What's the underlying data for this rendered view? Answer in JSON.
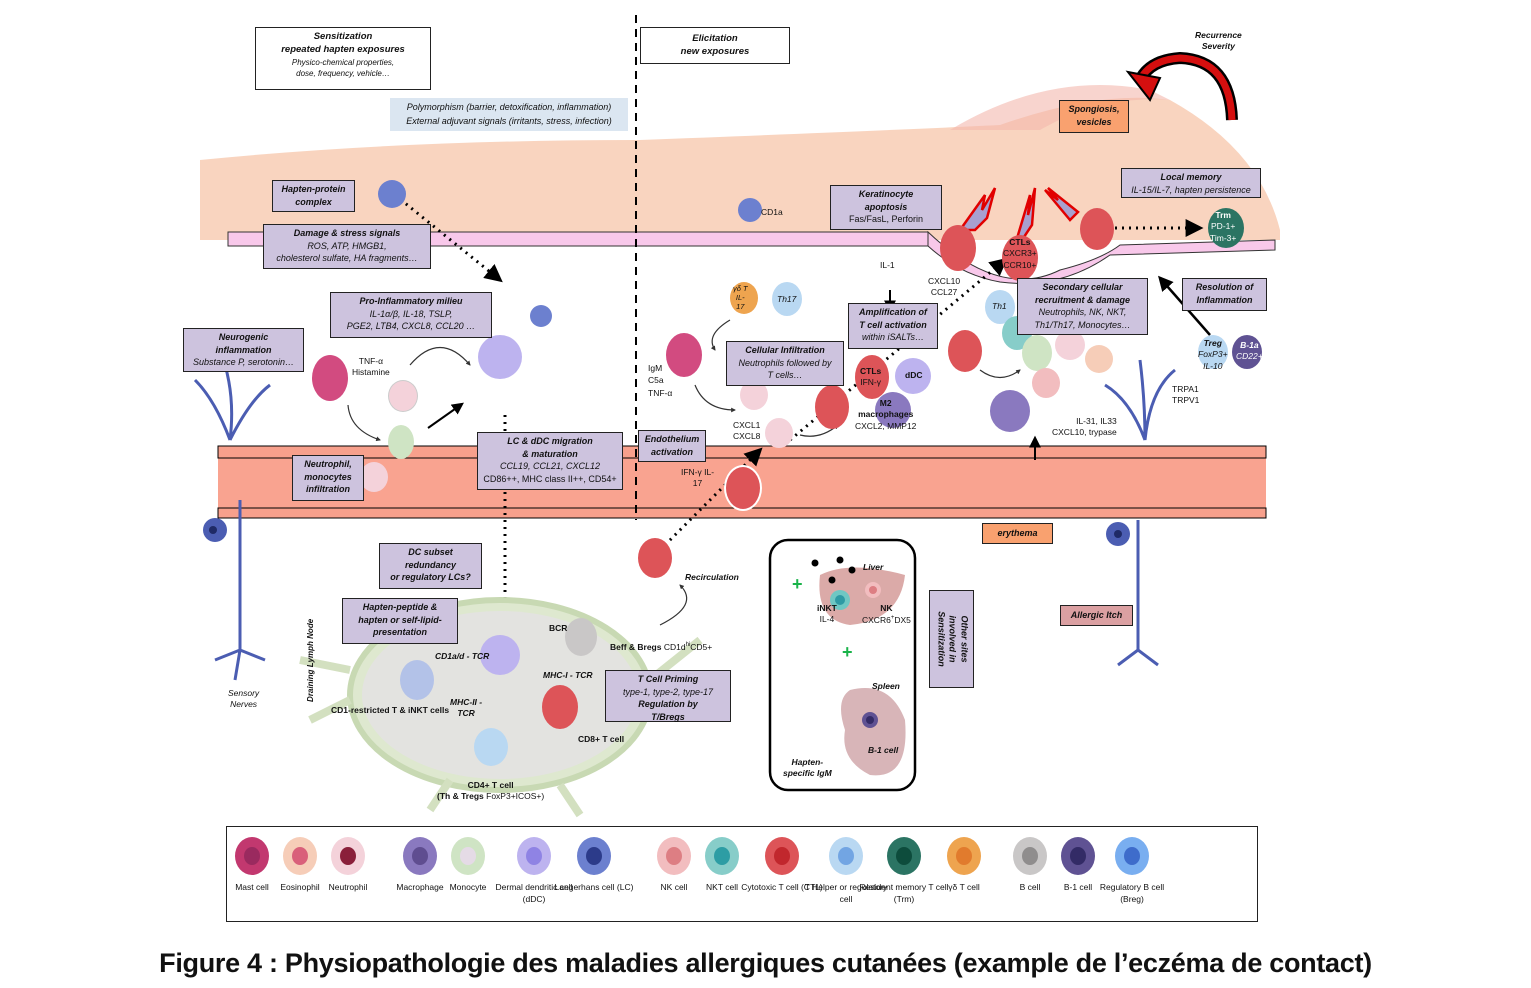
{
  "caption": "Figure 4 : Physiopathologie des maladies allergiques cutanées (example de l’eczéma de contact)",
  "phases": {
    "sensitization": {
      "title": "Sensitization",
      "subtitle": "repeated hapten exposures",
      "detail1": "Physico-chemical properties,",
      "detail2": "dose, frequency, vehicle…"
    },
    "elicitation": {
      "title": "Elicitation",
      "subtitle": "new exposures"
    }
  },
  "polymorphism": {
    "line1": "Polymorphism (barrier, detoxification, inflammation)",
    "line2": "External adjuvant signals (irritants, stress, infection)"
  },
  "recurrence": {
    "line1": "Recurrence",
    "line2": "Severity"
  },
  "boxes": {
    "hapten_protein": {
      "title": "Hapten-protein",
      "line2": "complex"
    },
    "damage": {
      "title": "Damage & stress signals",
      "line1": "ROS, ATP, HMGB1,",
      "line2": "cholesterol sulfate, HA fragments…"
    },
    "pro_inflammatory": {
      "title": "Pro-Inflammatory milieu",
      "line1": "IL-1α/β, IL-18,  TSLP,",
      "line2": "PGE2, LTB4, CXCL8, CCL20 …"
    },
    "neurogenic": {
      "title": "Neurogenic",
      "title2": "inflammation",
      "line1": "Substance P, serotonin…"
    },
    "neutrophil_infiltration": {
      "title": "Neutrophil,",
      "title2": "monocytes",
      "title3": "infiltration"
    },
    "lc_migration": {
      "title": "LC & dDC migration",
      "title2": "& maturation",
      "line1": "CCL19, CCL21, CXCL12",
      "line2": "CD86++, MHC class II++, CD54+"
    },
    "endothelium": {
      "title": "Endothelium",
      "title2": "activation"
    },
    "cellular_infiltration": {
      "title": "Cellular Infiltration",
      "line1": "Neutrophils followed by",
      "line2": "T cells…"
    },
    "amplification": {
      "title": "Amplification of",
      "title2": "T cell activation",
      "line1": "within iSALTs…"
    },
    "keratinocyte": {
      "title": "Keratinocyte",
      "title2": "apoptosis",
      "line1": "Fas/FasL, Perforin"
    },
    "spongiosis": {
      "title": "Spongiosis,",
      "title2": "vesicles"
    },
    "local_memory": {
      "title": "Local memory",
      "line1": "IL-15/IL-7, hapten persistence"
    },
    "secondary": {
      "title": "Secondary cellular",
      "title2": "recruitment & damage",
      "line1": "Neutrophils, NK, NKT,",
      "line2": "Th1/Th17, Monocytes…"
    },
    "resolution": {
      "title": "Resolution of",
      "title2": "Inflammation"
    },
    "erythema": {
      "title": "erythema"
    },
    "allergic_itch": {
      "title": "Allergic Itch"
    },
    "dc_subset": {
      "line1": "DC subset",
      "line2": "redundancy",
      "line3": "or regulatory LCs?"
    },
    "hapten_peptide": {
      "line1": "Hapten-peptide &",
      "line2": "hapten or self-lipid-",
      "line3": "presentation"
    },
    "t_cell_priming": {
      "title": "T Cell Priming",
      "line1": "type-1, type-2, type-17",
      "title2": "Regulation by",
      "title3": "T/Bregs"
    },
    "other_sites": {
      "line1": "Other sites",
      "line2": "involved in",
      "line3": "Sensitization"
    }
  },
  "labels": {
    "tnf_histamine": [
      "TNF-α",
      "Histamine"
    ],
    "cd1a": "CD1a",
    "igm": [
      "IgM",
      "C5a",
      "TNF-α"
    ],
    "gd_t": [
      "γδ T",
      "IL-",
      "17"
    ],
    "th17": "Th17",
    "cxcl1": [
      "CXCL1",
      "CXCL8"
    ],
    "ifn": [
      "IFN-γ IL-",
      "17"
    ],
    "ctls_ifn": [
      "CTLs",
      "IFN-γ"
    ],
    "ddc": "dDC",
    "m2": [
      "M2",
      "macrophages",
      "CXCL2, MMP12"
    ],
    "il1": "IL-1",
    "cxcl10": [
      "CXCL10",
      "CCL27"
    ],
    "ctls_cxcr3": [
      "CTLs",
      "CXCR3+",
      "CCR10+"
    ],
    "trm": [
      "Trm",
      "PD-1+",
      "Tim-3+"
    ],
    "th1": "Th1",
    "treg": [
      "Treg",
      "FoxP3+",
      "IL-10"
    ],
    "b1a": [
      "B-1a",
      "CD22+"
    ],
    "trpa1": [
      "TRPA1",
      "TRPV1"
    ],
    "il31": [
      "IL-31, IL33",
      "CXCL10, trypase"
    ],
    "recirculation": "Recirculation",
    "beff": "Beff & Bregs",
    "beff_markers": "CD1d",
    "beff_sup": "hi",
    "beff_tail": "CD5+",
    "bcr": "BCR",
    "cd1ad_tcr": "CD1a/d - TCR",
    "mhc1_tcr": "MHC-I - TCR",
    "mhc2_tcr": [
      "MHC-II -",
      "TCR"
    ],
    "cd1_restricted": "CD1-restricted T & iNKT cells",
    "cd8": "CD8+ T cell",
    "cd4": "CD4+ T cell",
    "cd4_sub": "(Th & Tregs ",
    "cd4_sub2": "FoxP3+ICOS+)",
    "draining_ln": "Draining Lymph Node",
    "sensory_nerves": [
      "Sensory",
      "Nerves"
    ],
    "liver": "Liver",
    "inkt": [
      "iNKT",
      "IL-4"
    ],
    "nk": [
      "NK",
      "CXCR6",
      "DX5"
    ],
    "spleen": "Spleen",
    "b1cell": "B-1 cell",
    "hapten_igm": [
      "Hapten-",
      "specific IgM"
    ],
    "plus": "+"
  },
  "legend": [
    {
      "label": "Mast cell",
      "color": "#c2386f",
      "nucleus": "#9a2a5f"
    },
    {
      "label": "Eosinophil",
      "color": "#f6cdb8",
      "nucleus": "#d9607a"
    },
    {
      "label": "Neutrophil",
      "color": "#f4d2da",
      "nucleus": "#8a1f3a"
    },
    {
      "label": "Macrophage",
      "color": "#8a79bf",
      "nucleus": "#5f4d90"
    },
    {
      "label": "Monocyte",
      "color": "#cfe4c4",
      "nucleus": "#e5dbe6"
    },
    {
      "label": "Dermal dendritic cell (dDC)",
      "color": "#bdb3ef",
      "nucleus": "#8f83e4"
    },
    {
      "label": "Langerhans cell (LC)",
      "color": "#6c80cf",
      "nucleus": "#2c3b8a"
    },
    {
      "label": "NK cell",
      "color": "#f2bdbf",
      "nucleus": "#dd7e83"
    },
    {
      "label": "NKT cell",
      "color": "#87cdc9",
      "nucleus": "#2d9da4"
    },
    {
      "label": "Cytotoxic T cell (CTL)",
      "color": "#dd5458",
      "nucleus": "#c1272d"
    },
    {
      "label": "T Helper or regulatory cell",
      "color": "#b9d8f2",
      "nucleus": "#72a5e3"
    },
    {
      "label": "Resident memory T cell (Trm)",
      "color": "#2b7463",
      "nucleus": "#0d4c3c"
    },
    {
      "label": "γδ T cell",
      "color": "#eea44f",
      "nucleus": "#e17b2d"
    },
    {
      "label": "B cell",
      "color": "#c9c7c7",
      "nucleus": "#8f8d8d"
    },
    {
      "label": "B-1 cell",
      "color": "#5f5293",
      "nucleus": "#332b66"
    },
    {
      "label": "Regulatory B cell (Breg)",
      "color": "#79aef0",
      "nucleus": "#3e6ccb"
    }
  ]
}
